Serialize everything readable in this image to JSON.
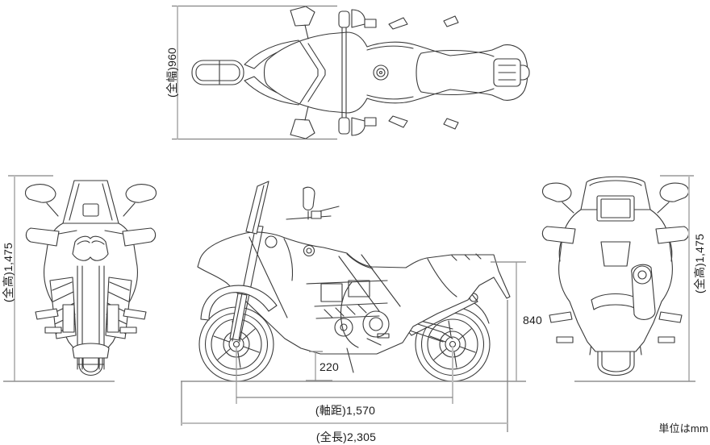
{
  "unit_note": "単位はmm",
  "dimensions": {
    "overall_width": {
      "label": "(全幅)960",
      "value_mm": 960
    },
    "overall_height_left": {
      "label": "(全高)1,475",
      "value_mm": 1475
    },
    "overall_height_right": {
      "label": "(全高)1,475",
      "value_mm": 1475
    },
    "ground_clearance": {
      "label": "220",
      "value_mm": 220
    },
    "seat_height": {
      "label": "840",
      "value_mm": 840
    },
    "wheelbase": {
      "label": "(軸距)1,570",
      "value_mm": 1570
    },
    "overall_length": {
      "label": "(全長)2,305",
      "value_mm": 2305
    }
  },
  "colors": {
    "line_art": "#3a3a3a",
    "dimension_line": "#9a9a9a",
    "background": "#ffffff"
  }
}
